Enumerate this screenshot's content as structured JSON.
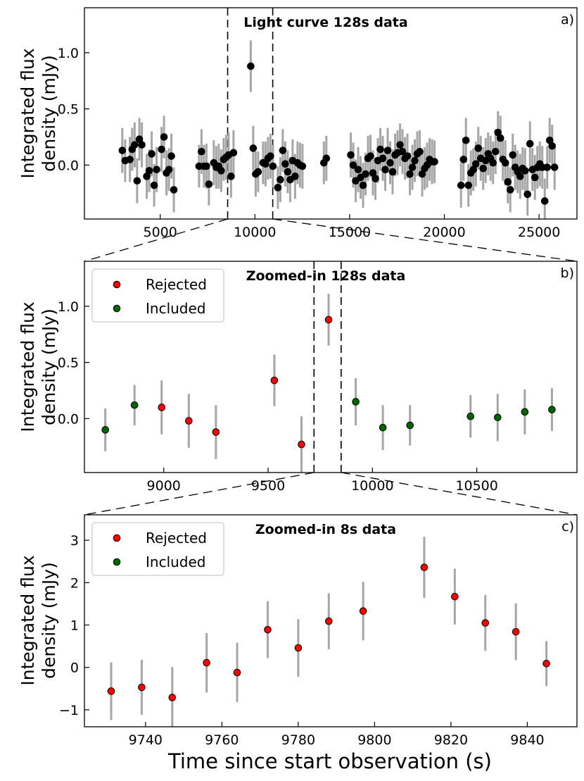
{
  "figure": {
    "xlabel": "Time since start observation (s)",
    "ylabel_line1": "Integrated flux",
    "ylabel_line2": "density (mJy)"
  },
  "colors": {
    "errorbar": "#a6a6a6",
    "rejected": "#ff0000",
    "included": "#006400",
    "marker_plain": "#000000"
  },
  "chart_data": [
    {
      "type": "scatter",
      "panel_label": "a)",
      "title": "Light curve 128s data",
      "xlim": [
        1000,
        27000
      ],
      "ylim": [
        -0.48,
        1.4
      ],
      "xticks": [
        5000,
        10000,
        15000,
        20000,
        25000
      ],
      "yticks": [
        0.0,
        0.5,
        1.0
      ],
      "ytick_labels": [
        "0.0",
        "0.5",
        "1.0"
      ],
      "vlines": [
        8560,
        10940
      ],
      "legend": null,
      "series": [
        {
          "marker": "plain",
          "points": [
            [
              3000,
              0.13,
              0.2
            ],
            [
              3150,
              0.04,
              0.19
            ],
            [
              3400,
              0.05,
              0.2
            ],
            [
              3520,
              0.14,
              0.19
            ],
            [
              3650,
              0.18,
              0.2
            ],
            [
              3780,
              -0.14,
              0.2
            ],
            [
              3900,
              0.23,
              0.19
            ],
            [
              4030,
              0.18,
              0.2
            ],
            [
              4290,
              -0.1,
              0.2
            ],
            [
              4420,
              -0.05,
              0.19
            ],
            [
              4550,
              0.1,
              0.2
            ],
            [
              4680,
              -0.18,
              0.19
            ],
            [
              4810,
              -0.04,
              0.2
            ],
            [
              5070,
              0.14,
              0.2
            ],
            [
              5200,
              0.25,
              0.19
            ],
            [
              5330,
              -0.07,
              0.2
            ],
            [
              5460,
              -0.04,
              0.19
            ],
            [
              5590,
              0.08,
              0.2
            ],
            [
              5720,
              -0.22,
              0.2
            ],
            [
              7050,
              -0.01,
              0.19
            ],
            [
              7180,
              0.12,
              0.2
            ],
            [
              7310,
              -0.01,
              0.19
            ],
            [
              7440,
              -0.01,
              0.2
            ],
            [
              7570,
              -0.17,
              0.19
            ],
            [
              7830,
              0.02,
              0.2
            ],
            [
              7960,
              -0.02,
              0.19
            ],
            [
              8090,
              -0.01,
              0.2
            ],
            [
              8220,
              -0.05,
              0.19
            ],
            [
              8350,
              0.05,
              0.19
            ],
            [
              8480,
              0.07,
              0.2
            ],
            [
              8610,
              0.09,
              0.2
            ],
            [
              8740,
              -0.1,
              0.19
            ],
            [
              8870,
              0.11,
              0.2
            ],
            [
              9780,
              0.88,
              0.23
            ],
            [
              9910,
              0.15,
              0.2
            ],
            [
              10040,
              -0.08,
              0.2
            ],
            [
              10170,
              -0.06,
              0.18
            ],
            [
              10430,
              0.02,
              0.19
            ],
            [
              10560,
              0.01,
              0.2
            ],
            [
              10690,
              0.06,
              0.19
            ],
            [
              10820,
              0.08,
              0.2
            ],
            [
              10950,
              -0.01,
              0.19
            ],
            [
              11210,
              -0.2,
              0.19
            ],
            [
              11340,
              -0.13,
              0.2
            ],
            [
              11470,
              0.13,
              0.19
            ],
            [
              11600,
              0.01,
              0.2
            ],
            [
              11730,
              -0.06,
              0.19
            ],
            [
              11860,
              -0.13,
              0.2
            ],
            [
              11990,
              0.04,
              0.19
            ],
            [
              12120,
              -0.1,
              0.2
            ],
            [
              12250,
              0.02,
              0.19
            ],
            [
              12380,
              0.0,
              0.2
            ],
            [
              12510,
              -0.01,
              0.2
            ],
            [
              13640,
              0.02,
              0.19
            ],
            [
              13770,
              0.06,
              0.2
            ],
            [
              15060,
              0.09,
              0.2
            ],
            [
              15190,
              0.0,
              0.2
            ],
            [
              15320,
              -0.14,
              0.19
            ],
            [
              15450,
              -0.04,
              0.2
            ],
            [
              15580,
              -0.11,
              0.19
            ],
            [
              15710,
              -0.18,
              0.2
            ],
            [
              15840,
              -0.08,
              0.19
            ],
            [
              15970,
              0.06,
              0.2
            ],
            [
              16100,
              0.08,
              0.19
            ],
            [
              16230,
              -0.07,
              0.2
            ],
            [
              16360,
              -0.12,
              0.19
            ],
            [
              16490,
              0.04,
              0.2
            ],
            [
              16620,
              0.14,
              0.19
            ],
            [
              16750,
              0.06,
              0.2
            ],
            [
              16880,
              -0.04,
              0.19
            ],
            [
              17010,
              0.13,
              0.2
            ],
            [
              17140,
              0.02,
              0.19
            ],
            [
              17270,
              -0.06,
              0.2
            ],
            [
              17400,
              0.09,
              0.19
            ],
            [
              17530,
              0.11,
              0.2
            ],
            [
              17660,
              0.18,
              0.19
            ],
            [
              17790,
              0.12,
              0.2
            ],
            [
              17920,
              0.06,
              0.19
            ],
            [
              18050,
              0.08,
              0.2
            ],
            [
              18180,
              -0.08,
              0.19
            ],
            [
              18310,
              -0.02,
              0.2
            ],
            [
              18440,
              0.04,
              0.19
            ],
            [
              18570,
              0.1,
              0.2
            ],
            [
              18700,
              0.12,
              0.19
            ],
            [
              18830,
              -0.08,
              0.2
            ],
            [
              18960,
              -0.03,
              0.19
            ],
            [
              19090,
              0.0,
              0.2
            ],
            [
              19220,
              0.05,
              0.19
            ],
            [
              19350,
              0.03,
              0.2
            ],
            [
              19480,
              0.03,
              0.19
            ],
            [
              20880,
              -0.18,
              0.2
            ],
            [
              21010,
              0.05,
              0.19
            ],
            [
              21140,
              0.22,
              0.2
            ],
            [
              21270,
              -0.18,
              0.19
            ],
            [
              21400,
              -0.07,
              0.2
            ],
            [
              21530,
              -0.04,
              0.19
            ],
            [
              21660,
              0.01,
              0.2
            ],
            [
              21790,
              0.15,
              0.19
            ],
            [
              21920,
              0.06,
              0.2
            ],
            [
              22050,
              -0.03,
              0.19
            ],
            [
              22180,
              0.04,
              0.2
            ],
            [
              22310,
              0.1,
              0.19
            ],
            [
              22440,
              0.06,
              0.2
            ],
            [
              22570,
              0.02,
              0.19
            ],
            [
              22700,
              0.12,
              0.2
            ],
            [
              22830,
              0.29,
              0.19
            ],
            [
              22960,
              0.24,
              0.2
            ],
            [
              23090,
              0.05,
              0.19
            ],
            [
              23220,
              0.02,
              0.2
            ],
            [
              23350,
              -0.15,
              0.19
            ],
            [
              23480,
              -0.22,
              0.2
            ],
            [
              23610,
              0.09,
              0.19
            ],
            [
              23740,
              -0.02,
              0.2
            ],
            [
              23870,
              -0.06,
              0.19
            ],
            [
              24000,
              -0.1,
              0.2
            ],
            [
              24130,
              -0.03,
              0.19
            ],
            [
              24260,
              -0.05,
              0.2
            ],
            [
              24390,
              -0.26,
              0.19
            ],
            [
              24520,
              0.19,
              0.2
            ],
            [
              24650,
              -0.04,
              0.19
            ],
            [
              24780,
              -0.11,
              0.2
            ],
            [
              24910,
              -0.02,
              0.19
            ],
            [
              25040,
              0.01,
              0.2
            ],
            [
              25170,
              -0.02,
              0.19
            ],
            [
              25300,
              -0.32,
              0.2
            ],
            [
              25430,
              -0.02,
              0.19
            ],
            [
              25560,
              0.22,
              0.2
            ],
            [
              25690,
              0.17,
              0.19
            ],
            [
              25820,
              -0.02,
              0.2
            ]
          ]
        }
      ]
    },
    {
      "type": "scatter",
      "panel_label": "b)",
      "title": "Zoomed-in 128s data",
      "xlim": [
        8620,
        10980
      ],
      "ylim": [
        -0.48,
        1.4
      ],
      "xticks": [
        9000,
        9500,
        10000,
        10500
      ],
      "yticks": [
        0.0,
        0.5,
        1.0
      ],
      "ytick_labels": [
        "0.0",
        "0.5",
        "1.0"
      ],
      "vlines": [
        9720,
        9850
      ],
      "legend": {
        "position": "upper-left",
        "entries": [
          "Rejected",
          "Included"
        ]
      },
      "series": [
        {
          "name": "Rejected",
          "marker": "rejected",
          "points": [
            [
              8990,
              0.1,
              0.24
            ],
            [
              9120,
              -0.02,
              0.24
            ],
            [
              9250,
              -0.12,
              0.24
            ],
            [
              9530,
              0.34,
              0.23
            ],
            [
              9660,
              -0.23,
              0.25
            ],
            [
              9790,
              0.88,
              0.23
            ]
          ]
        },
        {
          "name": "Included",
          "marker": "included",
          "points": [
            [
              8720,
              -0.1,
              0.19
            ],
            [
              8860,
              0.12,
              0.18
            ],
            [
              9920,
              0.15,
              0.21
            ],
            [
              10050,
              -0.08,
              0.2
            ],
            [
              10180,
              -0.06,
              0.18
            ],
            [
              10470,
              0.02,
              0.19
            ],
            [
              10600,
              0.01,
              0.21
            ],
            [
              10730,
              0.06,
              0.2
            ],
            [
              10860,
              0.08,
              0.19
            ]
          ]
        }
      ]
    },
    {
      "type": "scatter",
      "panel_label": "c)",
      "title": "Zoomed-in 8s data",
      "xlim": [
        9724,
        9853
      ],
      "ylim": [
        -1.4,
        3.6
      ],
      "xticks": [
        9740,
        9760,
        9780,
        9800,
        9820,
        9840
      ],
      "yticks": [
        -1,
        0,
        1,
        2,
        3
      ],
      "ytick_labels": [
        "−1",
        "0",
        "1",
        "2",
        "3"
      ],
      "vlines": [],
      "legend": {
        "position": "upper-left",
        "entries": [
          "Rejected",
          "Included"
        ]
      },
      "series": [
        {
          "name": "Rejected",
          "marker": "rejected",
          "points": [
            [
              9731,
              -0.56,
              0.68
            ],
            [
              9739,
              -0.47,
              0.65
            ],
            [
              9747,
              -0.71,
              0.72
            ],
            [
              9756,
              0.11,
              0.7
            ],
            [
              9764,
              -0.12,
              0.7
            ],
            [
              9772,
              0.89,
              0.67
            ],
            [
              9780,
              0.46,
              0.68
            ],
            [
              9788,
              1.09,
              0.66
            ],
            [
              9797,
              1.33,
              0.69
            ],
            [
              9813,
              2.36,
              0.72
            ],
            [
              9821,
              1.67,
              0.66
            ],
            [
              9829,
              1.05,
              0.66
            ],
            [
              9837,
              0.84,
              0.67
            ],
            [
              9845,
              0.09,
              0.53
            ]
          ]
        },
        {
          "name": "Included",
          "marker": "included",
          "points": []
        }
      ]
    }
  ]
}
